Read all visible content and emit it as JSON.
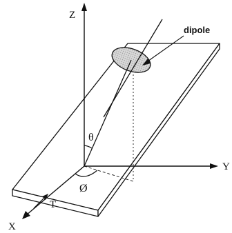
{
  "labels": {
    "z_axis": "Z",
    "y_axis": "Y",
    "x_axis": "X",
    "theta": "θ",
    "phi": "Ø",
    "t_direction": "T",
    "dipole": "dipole"
  },
  "colors": {
    "ink": "#111111",
    "dipole_fill": "#c9c9c9",
    "background": "#ffffff"
  }
}
